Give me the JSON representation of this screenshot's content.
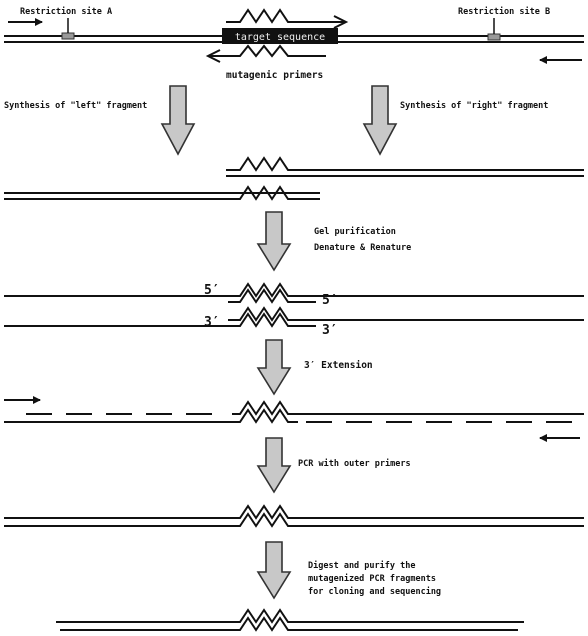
{
  "labels": {
    "restriction_site_a": "Restriction site A",
    "restriction_site_b": "Restriction site B",
    "target_sequence": "target sequence",
    "mutagenic_primers": "mutagenic primers",
    "synthesis_left": "Synthesis of \"left\" fragment",
    "synthesis_right": "Synthesis of \"right\" fragment",
    "gel_purification": "Gel purification",
    "denature_renature": "Denature & Renature",
    "end_5_top": "5′",
    "end_5_bottom": "5′",
    "end_3_top": "3′",
    "end_3_bottom": "3′",
    "extension": "3′ Extension",
    "pcr_outer": "PCR with outer primers",
    "digest_line1": "Digest and purify the",
    "digest_line2": "mutagenized PCR fragments",
    "digest_line3": "for cloning and sequencing"
  }
}
